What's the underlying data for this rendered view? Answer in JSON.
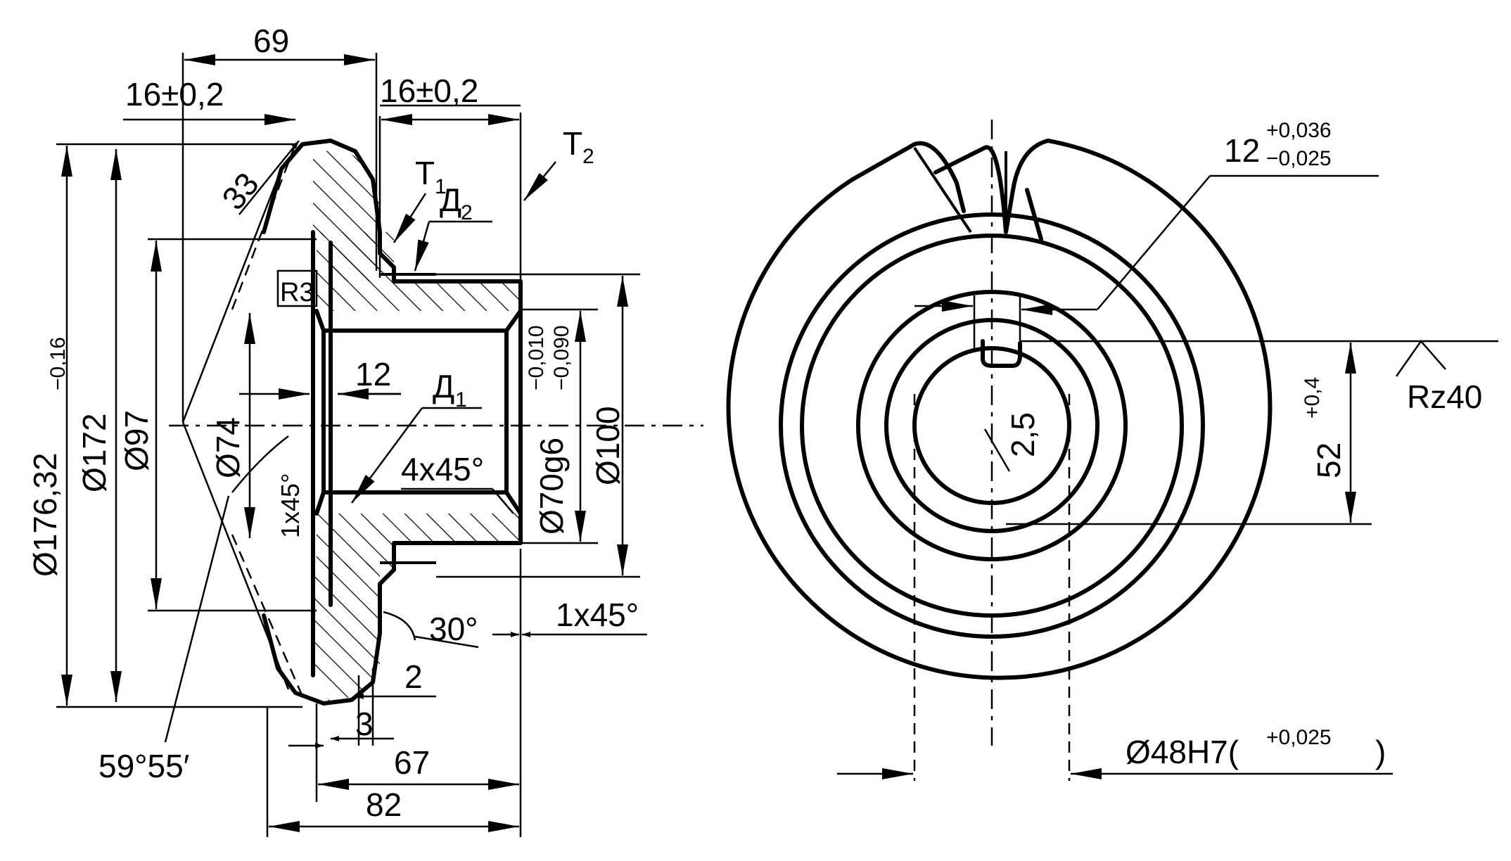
{
  "section": {
    "dims": {
      "d69": "69",
      "d16_left": "16±0,2",
      "d16_right": "16±0,2",
      "t1": "T",
      "t1_sub": "1",
      "t2": "T",
      "t2_sub": "2",
      "d_2": "Д",
      "d_2_sub": "2",
      "d_1": "Д",
      "d_1_sub": "1",
      "a33": "33",
      "r3": "R3",
      "d12": "12",
      "c4x45": "4x45°",
      "c1x45_left": "1x45°",
      "c1x45_right": "1x45°",
      "a30": "30°",
      "d2": "2",
      "d3": "3",
      "d67": "67",
      "d82": "82",
      "a5955": "59°55′",
      "dia176": "Ø176,32",
      "dia176_tol": "−0,16",
      "dia172": "Ø172",
      "dia97": "Ø97",
      "dia74": "Ø74",
      "dia70": "Ø70g6",
      "dia70_tol_upper": "−0,010",
      "dia70_tol_lower": "−0,090",
      "dia100": "Ø100"
    }
  },
  "front": {
    "dims": {
      "key12": "12",
      "key12_tol_upper": "+0,036",
      "key12_tol_lower": "−0,025",
      "r25": "2,5",
      "d52": "52",
      "d52_tol": "+0,4",
      "rz": "Rz40",
      "dia48": "Ø48H7(",
      "dia48_tol": "+0,025",
      "dia48_close": ")"
    }
  }
}
